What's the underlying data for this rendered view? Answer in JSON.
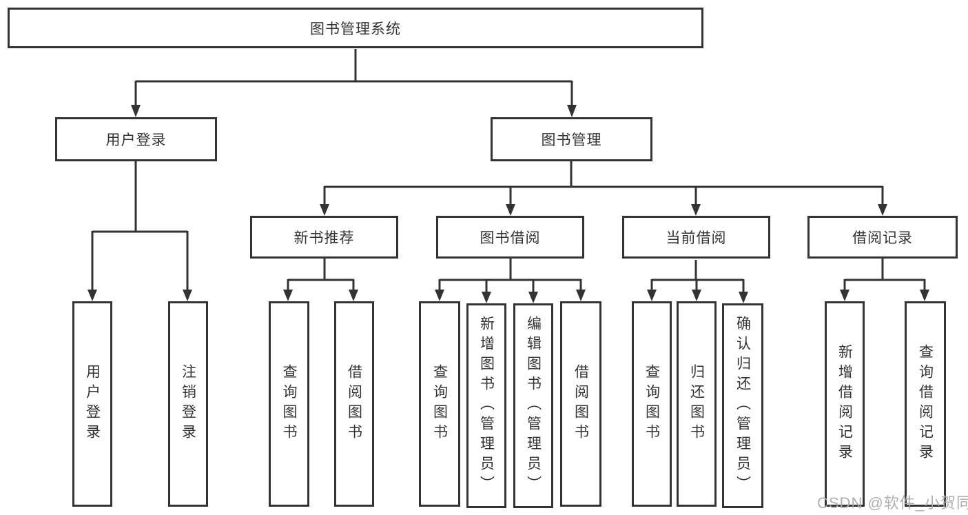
{
  "diagram": {
    "title": "图书管理系统",
    "nodes": {
      "root": "图书管理系统",
      "user_login": "用户登录",
      "book_mgmt": "图书管理",
      "new_book_rec": "新书推荐",
      "book_borrow": "图书借阅",
      "current_borrow": "当前借阅",
      "borrow_record": "借阅记录",
      "ul_user_login": "用户登录",
      "ul_logout": "注销登录",
      "nb_query_book": "查询图书",
      "nb_borrow_book": "借阅图书",
      "bb_query_book": "查询图书",
      "bb_add_book": "新增图书（管理员）",
      "bb_edit_book": "编辑图书（管理员）",
      "bb_borrow_book": "借阅图书",
      "cb_query_book": "查询图书",
      "cb_return_book": "归还图书",
      "cb_confirm_return": "确认归还（管理员）",
      "br_add_record": "新增借阅记录",
      "br_query_record": "查询借阅记录"
    },
    "colors": {
      "line": "#333333",
      "box_background": "#ffffff",
      "watermark": "#a8a8a8"
    }
  },
  "watermark": "CSDN @软件_小贺同学"
}
